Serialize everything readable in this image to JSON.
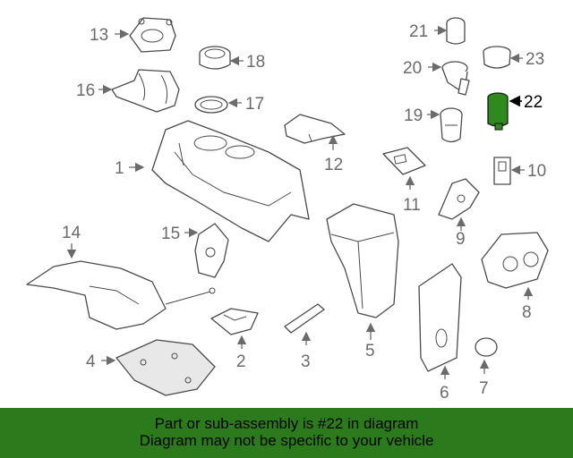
{
  "callouts": {
    "c1": "1",
    "c2": "2",
    "c3": "3",
    "c4": "4",
    "c5": "5",
    "c6": "6",
    "c7": "7",
    "c8": "8",
    "c9": "9",
    "c10": "10",
    "c11": "11",
    "c12": "12",
    "c13": "13",
    "c14": "14",
    "c15": "15",
    "c16": "16",
    "c17": "17",
    "c18": "18",
    "c19": "19",
    "c20": "20",
    "c21": "21",
    "c22": "22",
    "c23": "23"
  },
  "highlight_part": "22",
  "colors": {
    "highlight": "#2f8a1e",
    "banner": "#2b7a1c"
  },
  "banner": {
    "line1": "Part or sub-assembly is #22 in diagram",
    "line2": "Diagram may not be specific to your vehicle"
  }
}
